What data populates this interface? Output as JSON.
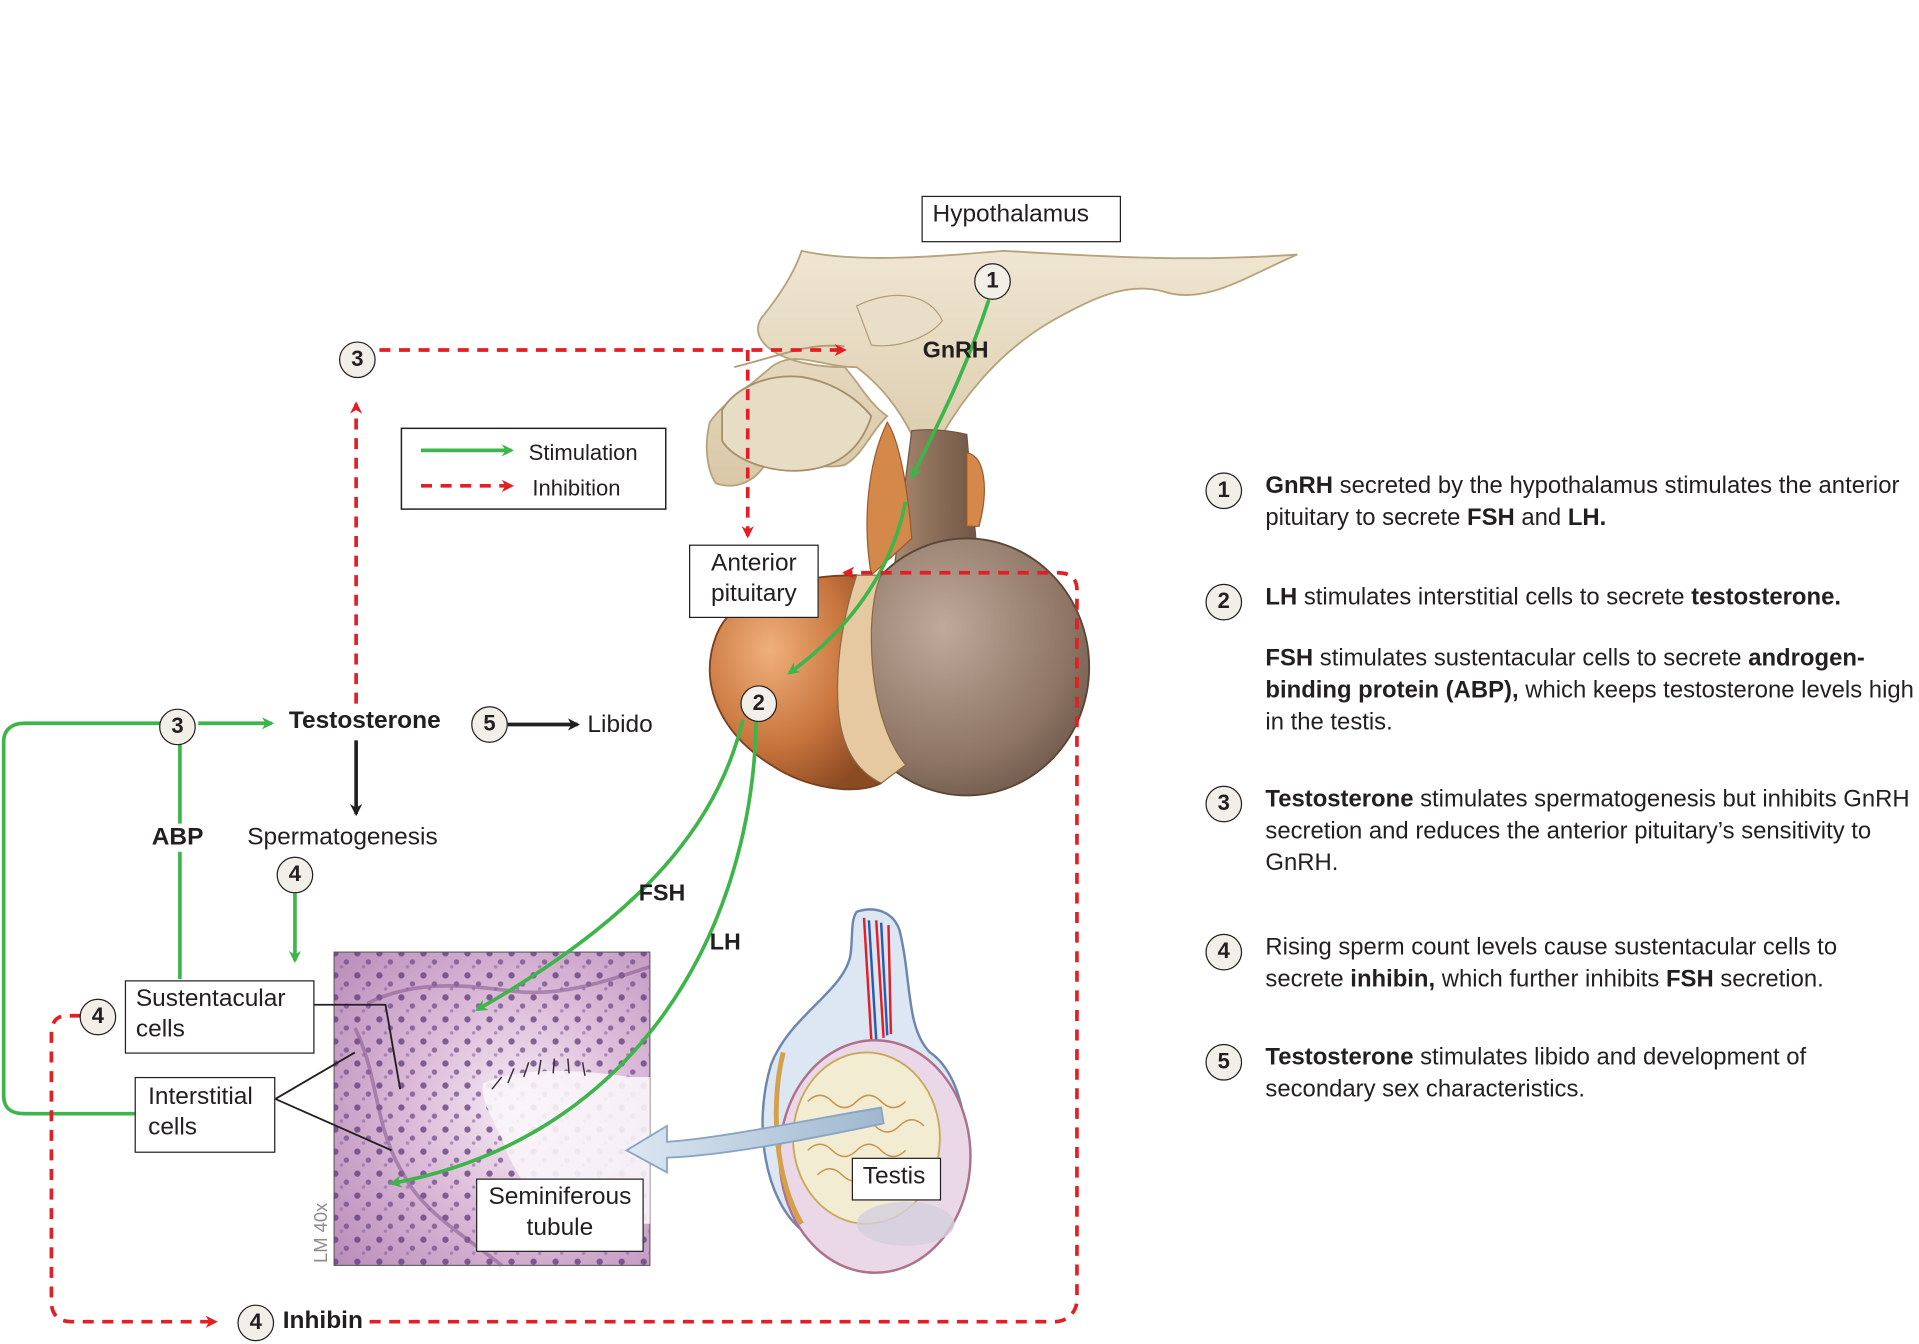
{
  "labels": {
    "hypothalamus": "Hypothalamus",
    "gnrh": "GnRH",
    "anterior_pituitary_1": "Anterior",
    "anterior_pituitary_2": "pituitary",
    "testosterone": "Testosterone",
    "libido": "Libido",
    "spermatogenesis": "Spermatogenesis",
    "abp": "ABP",
    "fsh": "FSH",
    "lh": "LH",
    "sustentacular_1": "Sustentacular",
    "sustentacular_2": "cells",
    "interstitial_1": "Interstitial",
    "interstitial_2": "cells",
    "seminiferous_1": "Seminiferous",
    "seminiferous_2": "tubule",
    "testis": "Testis",
    "inhibin": "Inhibin",
    "magnification": "LM 40x"
  },
  "legend": {
    "stimulation": "Stimulation",
    "inhibition": "Inhibition",
    "stimulation_color": "#3db54a",
    "inhibition_color": "#e31e24"
  },
  "markers": {
    "m1": "1",
    "m2": "2",
    "m3_top": "3",
    "m3_left": "3",
    "m4_sperm": "4",
    "m4_left": "4",
    "m4_bottom": "4",
    "m5": "5"
  },
  "steps": [
    {
      "num": "1",
      "parts": [
        {
          "t": "GnRH",
          "b": true
        },
        {
          "t": " secreted by the hypothalamus stimulates the anterior pituitary to secrete "
        },
        {
          "t": "FSH",
          "b": true
        },
        {
          "t": " and "
        },
        {
          "t": "LH.",
          "b": true
        }
      ]
    },
    {
      "num": "2",
      "parts": [
        {
          "t": "LH",
          "b": true
        },
        {
          "t": " stimulates interstitial cells to secrete "
        },
        {
          "t": "testosterone.",
          "b": true
        }
      ]
    },
    {
      "num": "",
      "parts": [
        {
          "t": "FSH",
          "b": true
        },
        {
          "t": " stimulates sustentacular cells to secrete "
        },
        {
          "t": "androgen-binding protein (ABP),",
          "b": true
        },
        {
          "t": " which keeps testosterone levels high in the testis."
        }
      ]
    },
    {
      "num": "3",
      "parts": [
        {
          "t": "Testosterone",
          "b": true
        },
        {
          "t": " stimulates spermatogenesis but inhibits GnRH secretion and reduces the anterior pituitary’s sensitivity to GnRH."
        }
      ]
    },
    {
      "num": "4",
      "parts": [
        {
          "t": "Rising sperm count levels cause sustentacular cells to secrete "
        },
        {
          "t": "inhibin,",
          "b": true
        },
        {
          "t": " which further inhibits "
        },
        {
          "t": "FSH",
          "b": true
        },
        {
          "t": " secretion."
        }
      ]
    },
    {
      "num": "5",
      "parts": [
        {
          "t": "Testosterone",
          "b": true
        },
        {
          "t": " stimulates libido and development of secondary sex characteristics."
        }
      ]
    }
  ]
}
